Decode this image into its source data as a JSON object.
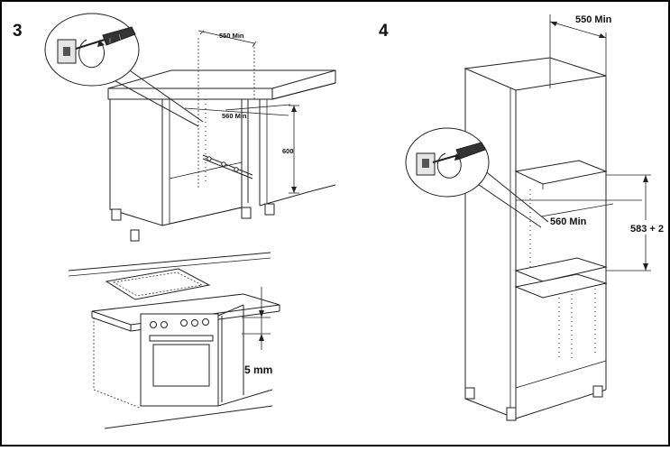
{
  "panels": [
    {
      "step": "3",
      "dims": {
        "depth": "550 Min",
        "width": "560 Min",
        "height": "600",
        "gap": "5 mm"
      }
    },
    {
      "step": "4",
      "dims": {
        "depth": "550 Min",
        "width": "560 Min",
        "height": "583 + 2"
      }
    }
  ],
  "colors": {
    "line": "#222222",
    "background": "#ffffff",
    "border": "#000000"
  },
  "icons": [
    "screwdriver-icon",
    "rotate-arrow-icon"
  ]
}
